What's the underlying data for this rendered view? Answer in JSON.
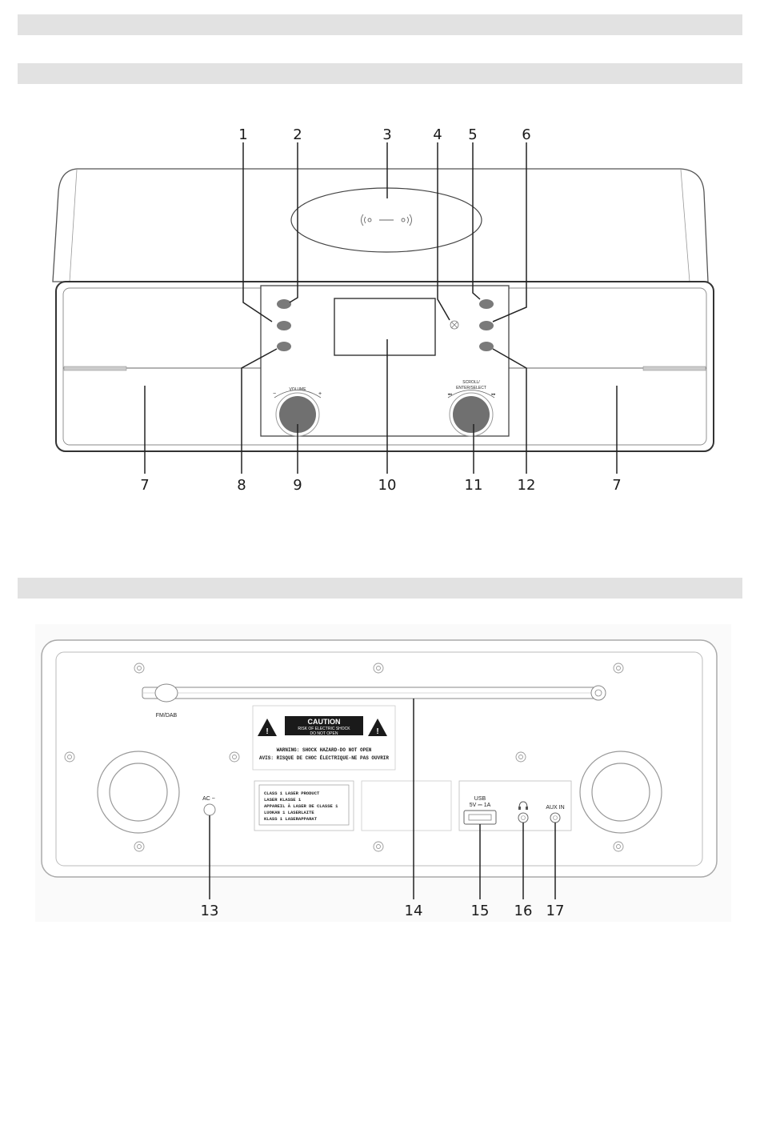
{
  "front_view": {
    "callouts_top": [
      "1",
      "2",
      "3",
      "4",
      "5",
      "6"
    ],
    "callouts_bottom": [
      "7",
      "8",
      "9",
      "10",
      "11",
      "12",
      "7"
    ],
    "buttons": {
      "power": "",
      "mode": "",
      "preset": "",
      "bluetooth": "",
      "equalizer": "",
      "back": ""
    },
    "volume_label": "VOLUME",
    "volume_minus": "−",
    "volume_plus": "+",
    "navigate_label": "SCROLL / ENTER/SELECT",
    "prev_label": "◂◂",
    "next_label": "▸▸"
  },
  "rear_view": {
    "callouts": [
      "13",
      "14",
      "15",
      "16",
      "17"
    ],
    "antenna_label": "FM/DAB",
    "caution_title": "CAUTION",
    "caution_sub1": "RISK OF ELECTRIC SHOCK",
    "caution_sub2": "DO NOT OPEN",
    "warning_line1": "WARNING: SHOCK HAZARD-DO NOT OPEN",
    "warning_line2": "AVIS: RISQUE DE CHOC ÉLECTRIQUE-NE PAS OUVRIR",
    "laser_lines": [
      "CLASS 1 LASER PRODUCT",
      "LASER KLASSE 1",
      "APPAREIL À LASER DE CLASSE 1",
      "LUOKAN 1 LASERLAITE",
      "KLASS 1 LASERAPPARAT"
    ],
    "ac_label": "AC ~",
    "usb_label": "USB",
    "usb_rating": "5V ⎓ 1A",
    "headphone_symbol": "🎧",
    "aux_label": "AUX IN"
  }
}
